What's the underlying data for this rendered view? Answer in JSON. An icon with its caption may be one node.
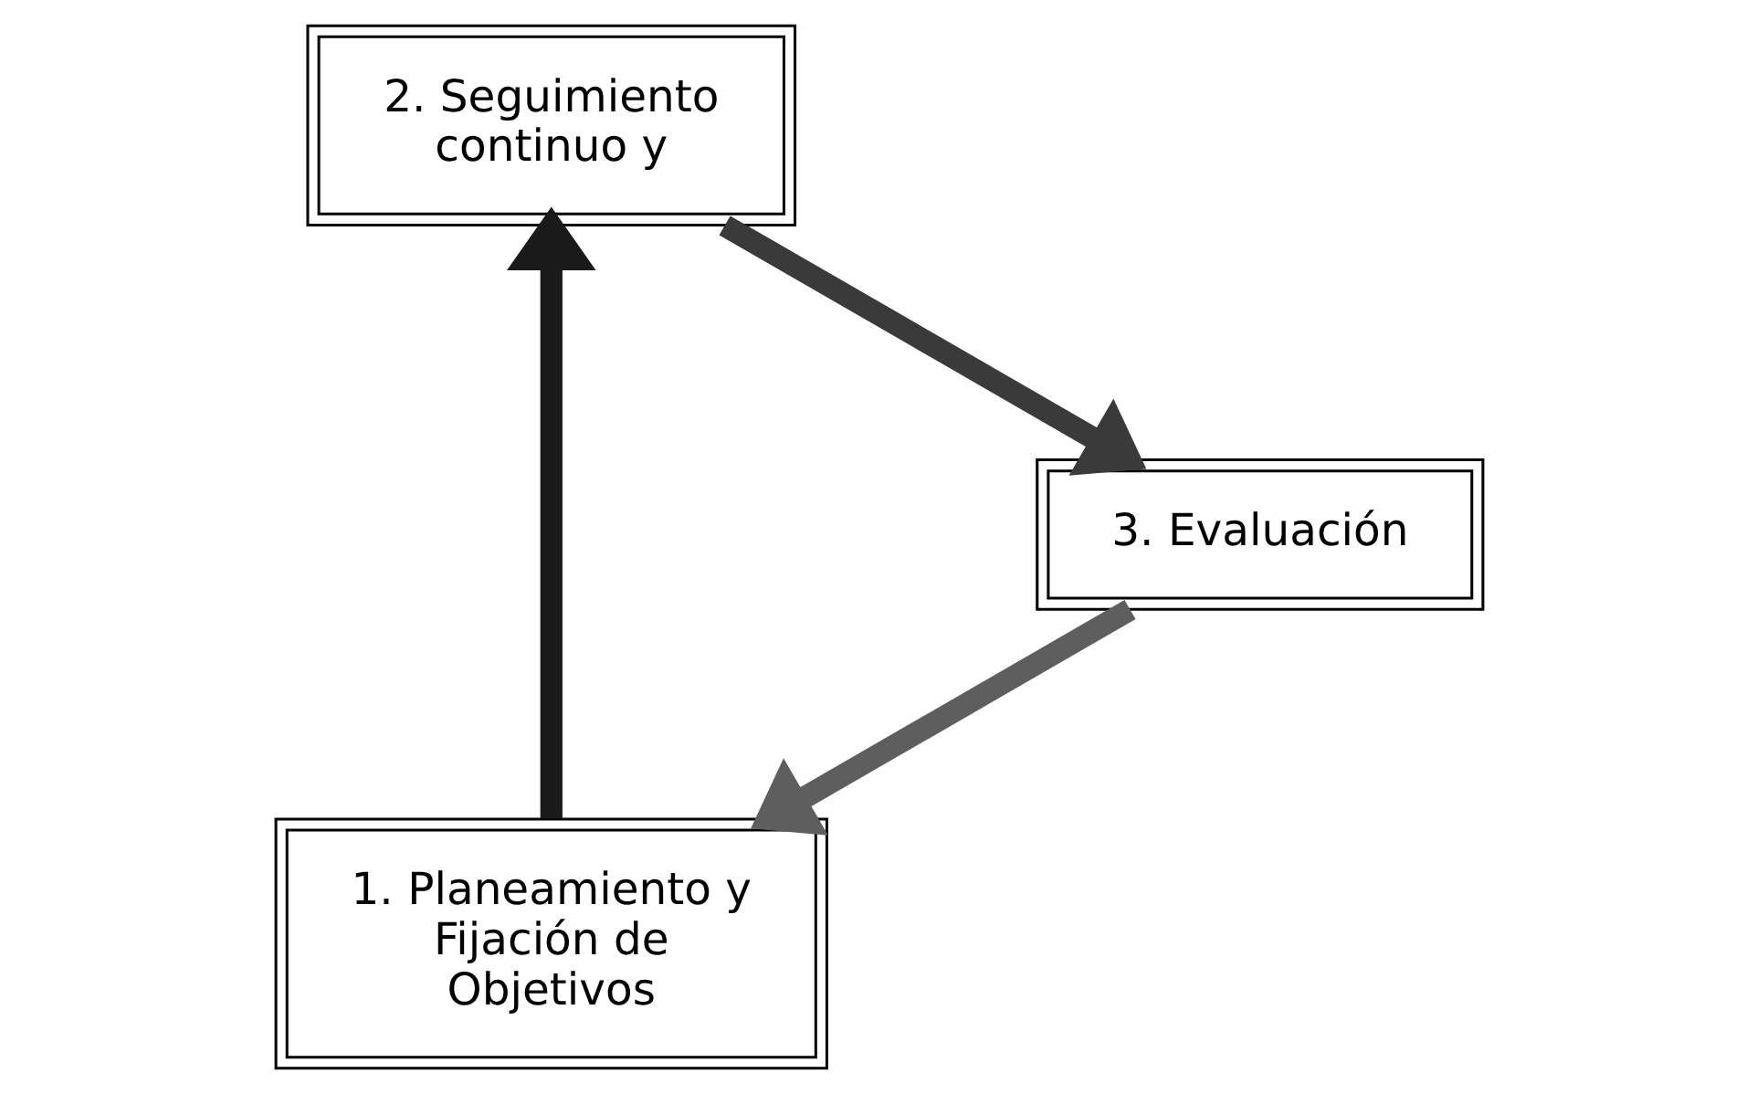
{
  "diagram": {
    "nodes": [
      {
        "text": [
          "1. Planeamiento y Fijación de Objetivos"
        ]
      },
      {
        "text": [
          "2. Seguimiento continuo y"
        ]
      },
      {
        "text": [
          "3. Evaluación"
        ]
      }
    ],
    "edges": [
      {
        "from": 0,
        "to": 1,
        "arrow": "to",
        "color": "#1a1a1a"
      },
      {
        "from": 1,
        "to": 2,
        "arrow": "to",
        "color": "#3a3a3a"
      },
      {
        "from": 2,
        "to": 0,
        "arrow": "to",
        "color": "#5e5e5e"
      }
    ]
  }
}
